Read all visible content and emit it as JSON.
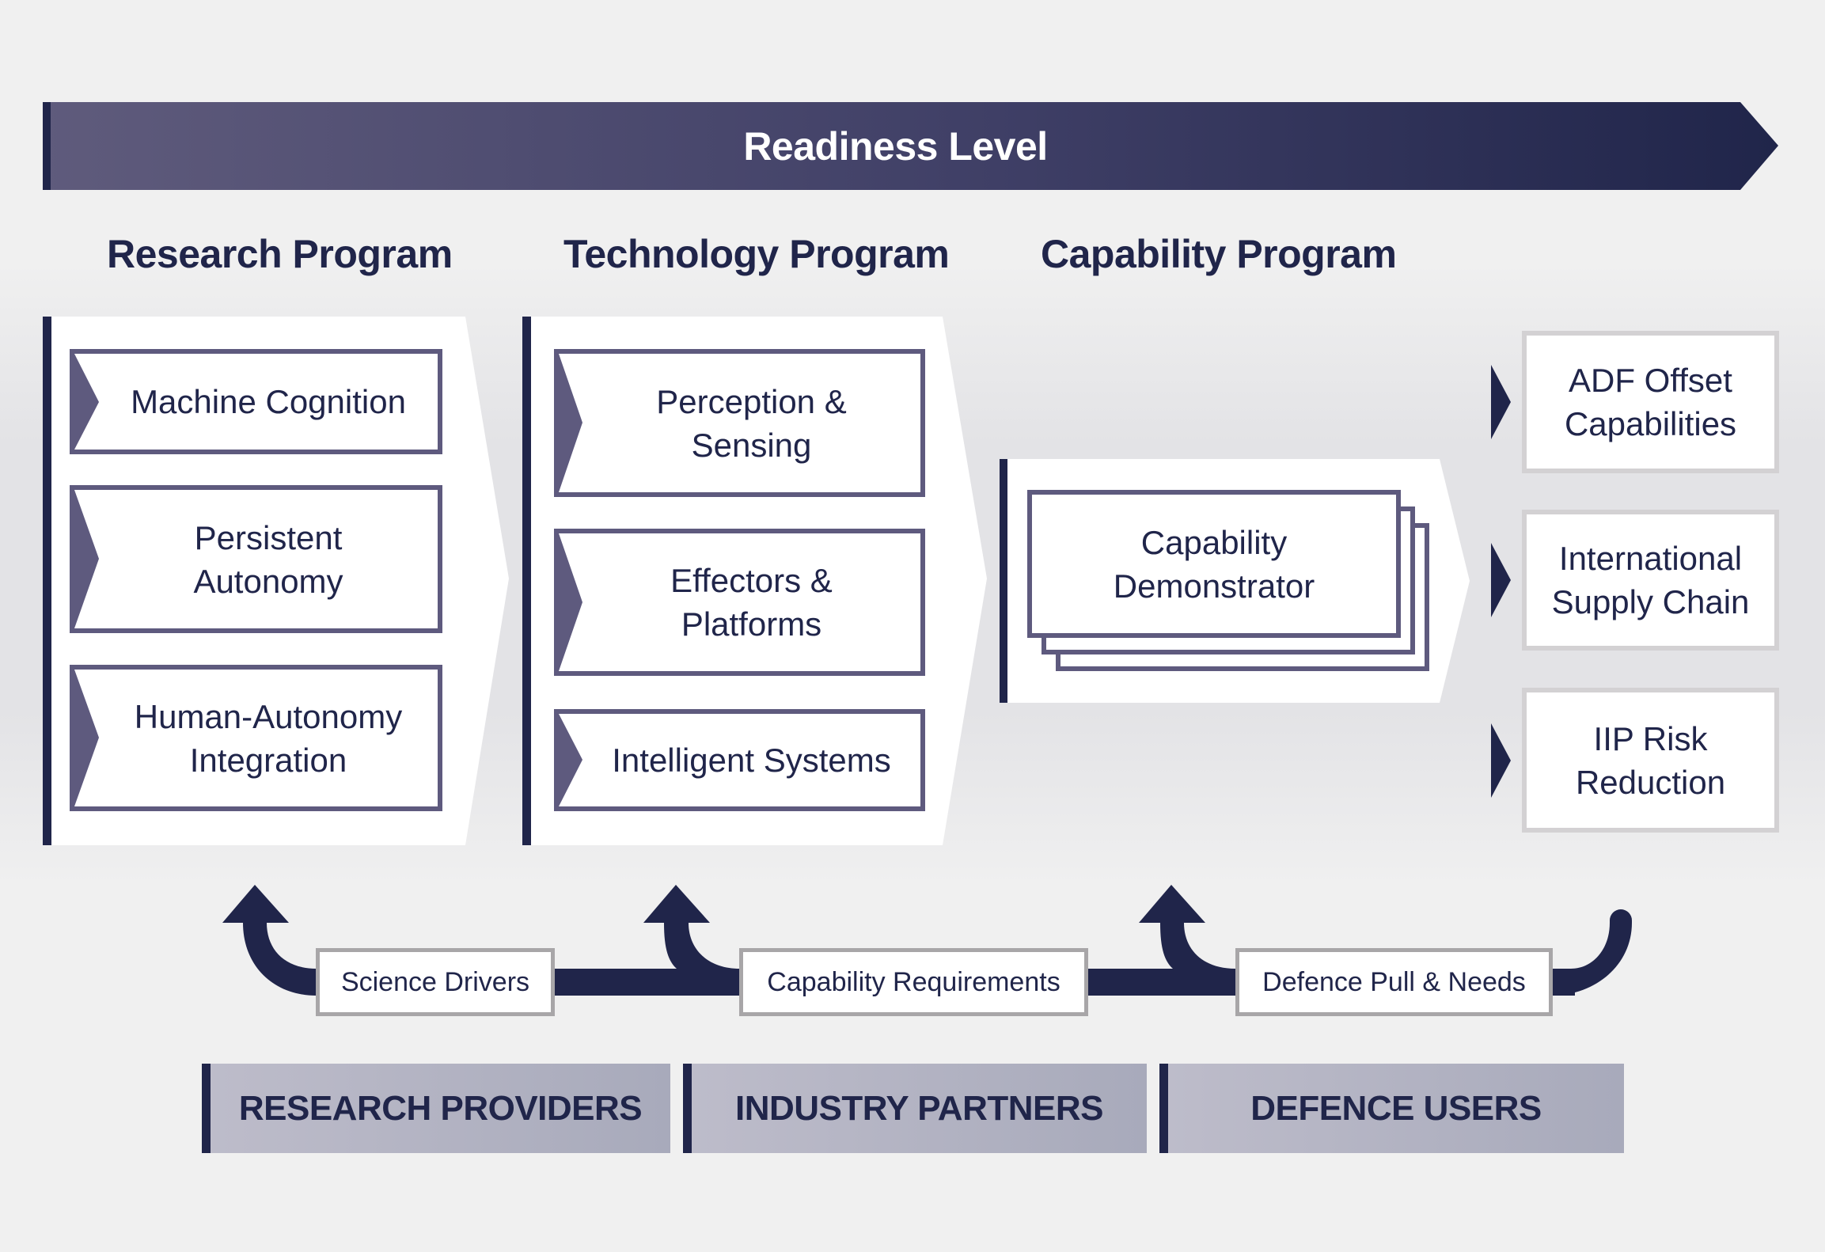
{
  "banner": {
    "title": "Readiness Level"
  },
  "programs": [
    {
      "heading": "Research Program",
      "items": [
        {
          "lines": [
            "Machine Cognition"
          ]
        },
        {
          "lines": [
            "Persistent",
            "Autonomy"
          ]
        },
        {
          "lines": [
            "Human-Autonomy",
            "Integration"
          ]
        }
      ]
    },
    {
      "heading": "Technology Program",
      "items": [
        {
          "lines": [
            "Perception &",
            "Sensing"
          ]
        },
        {
          "lines": [
            "Effectors &",
            "Platforms"
          ]
        },
        {
          "lines": [
            "Intelligent Systems"
          ]
        }
      ]
    },
    {
      "heading": "Capability Program",
      "items": [
        {
          "lines": [
            "Capability",
            "Demonstrator"
          ]
        }
      ]
    }
  ],
  "outcomes": [
    {
      "lines": [
        "ADF Offset",
        "Capabilities"
      ]
    },
    {
      "lines": [
        "International",
        "Supply Chain"
      ]
    },
    {
      "lines": [
        "IIP Risk",
        "Reduction"
      ]
    }
  ],
  "feedback": {
    "labels": [
      "Science Drivers",
      "Capability Requirements",
      "Defence Pull & Needs"
    ]
  },
  "groups": [
    "RESEARCH PROVIDERS",
    "INDUSTRY PARTNERS",
    "DEFENCE USERS"
  ],
  "colors": {
    "navy": "#20254a",
    "box_border": "#5e5a7e",
    "banner_start": "#5f5b7c",
    "banner_end": "#20254a",
    "outcome_border": "#d3d1d3",
    "label_border": "#a8a6a8"
  }
}
